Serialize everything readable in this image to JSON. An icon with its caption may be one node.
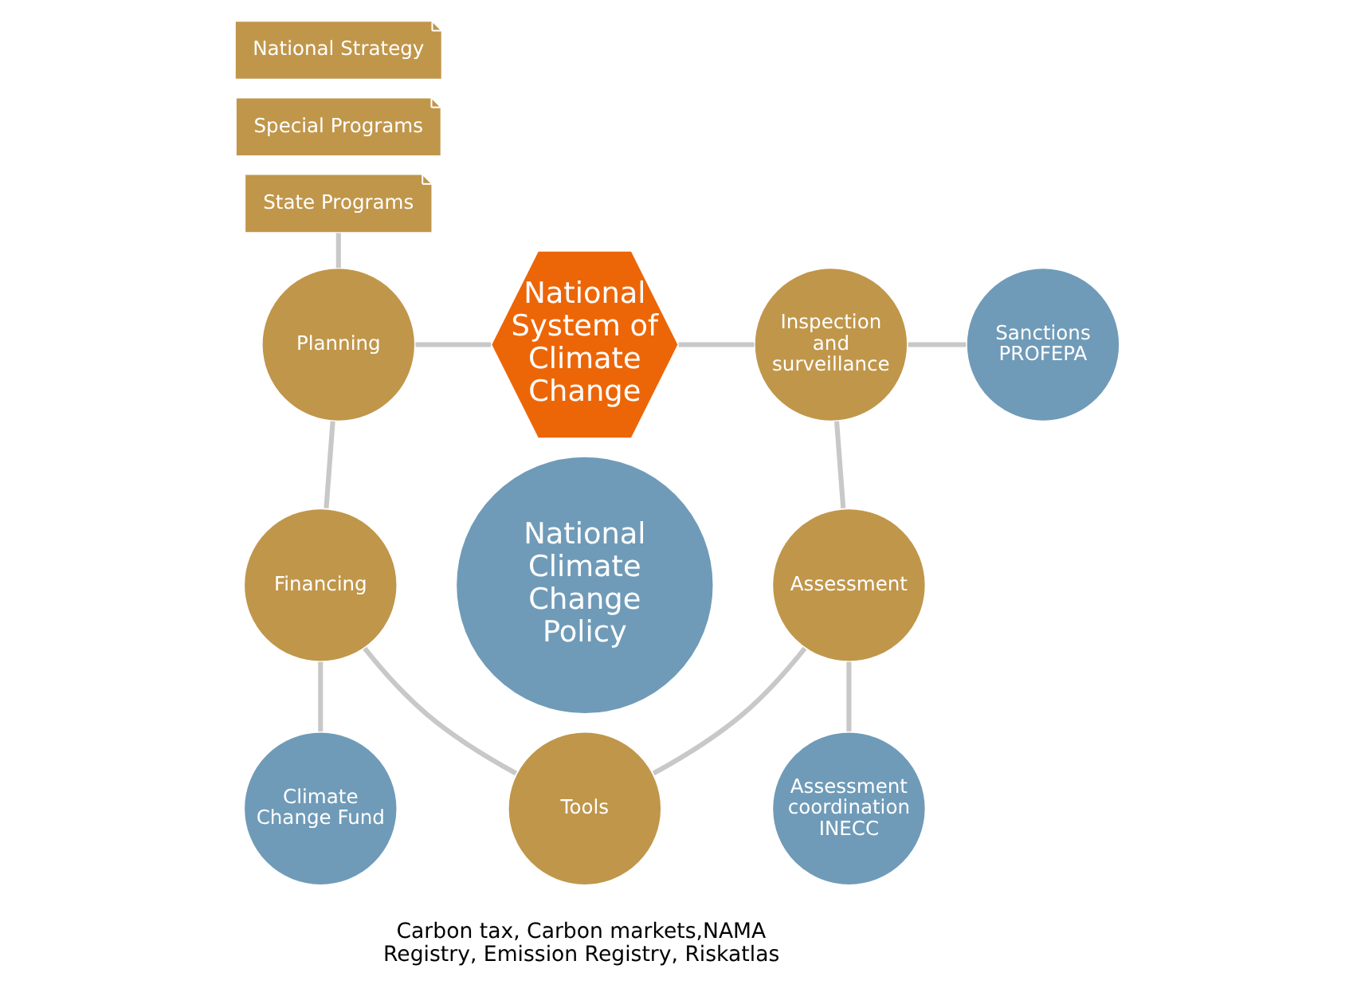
{
  "diagram": {
    "nodes": [
      {
        "text": [
          "National Strategy"
        ]
      },
      {
        "text": [
          "Special Programs"
        ]
      },
      {
        "text": [
          "State Programs"
        ]
      },
      {
        "text": [
          "National System of Climate Change"
        ]
      },
      {
        "text": [
          "Sanctions PROFEPA"
        ]
      },
      {
        "text": [
          "Planning"
        ]
      },
      {
        "text": [
          "Inspection and surveillance"
        ]
      },
      {
        "text": [
          "National Climate Change Policy"
        ]
      },
      {
        "text": [
          "Financing"
        ]
      },
      {
        "text": [
          "Assessment"
        ]
      },
      {
        "text": [
          "Climate Change Fund"
        ]
      },
      {
        "text": [
          "Assessment coordination INECC"
        ]
      },
      {
        "text": [
          "Tools"
        ],
        "beside": [
          "Carbon tax, Carbon markets,NAMA Registry, Emission Registry, Riskatlas"
        ]
      }
    ],
    "edges": [
      {
        "from": 3,
        "to": 6,
        "arrow": "none"
      },
      {
        "from": 6,
        "to": 9,
        "arrow": "none"
      },
      {
        "from": 9,
        "to": 12,
        "arrow": "none"
      },
      {
        "from": 12,
        "to": 8,
        "arrow": "none"
      },
      {
        "from": 8,
        "to": 5,
        "arrow": "none"
      },
      {
        "from": 5,
        "to": 3,
        "arrow": "none"
      },
      {
        "from": 6,
        "to": 4,
        "arrow": "none"
      },
      {
        "from": 9,
        "to": 11,
        "arrow": "none"
      },
      {
        "from": 8,
        "to": 10,
        "arrow": "none"
      },
      {
        "from": 2,
        "to": 5,
        "arrow": "none"
      }
    ]
  }
}
